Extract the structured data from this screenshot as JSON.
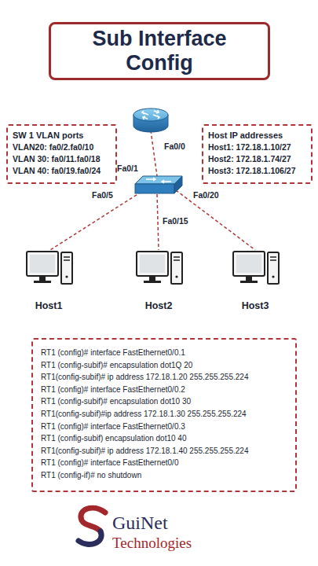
{
  "diagram": {
    "title": "Sub Interface Config",
    "nodes": [
      {
        "text": [
          "SW 1 VLAN ports",
          "VLAN20: fa0/2.fa0/10",
          "VLAN 30: fa0/11.fa0/18",
          "VLAN 40: fa0/19.fa0/24"
        ]
      },
      {
        "text": [
          "Host IP addresses",
          "Host1: 172.18.1.10/27",
          "Host2: 172.18.1.74/27",
          "Host3: 172.18.1.106/27"
        ]
      },
      {
        "text": [
          "Host1"
        ]
      },
      {
        "text": [
          "Host2"
        ]
      },
      {
        "text": [
          "Host3"
        ]
      },
      {
        "text": [
          "RT1 (config)# interface FastEthernet0/0.1",
          "RT1 (config-subif)# encapsulation dot1Q 20",
          "RT1(config-subif)# ip address 172.18.1.20 255.255.255.224",
          "RT1 (config)# interface FastEthernet0/0.2",
          "RT1 (config-subif)# encapsulation dot10 30",
          "RT1(config-subif)#ip address 172.18.1.30 255.255.255.224",
          "RT1 (config)# interface FastEthernet0/0.3",
          "RT1 (config-subif) encapsulation dot10 40",
          "RT1(config-subif)# ip address 172.18.1.40 255.255.255.224",
          "RT1 (config)# interface FastEthernet0/0",
          "RT1 (config-if)# no shutdown"
        ]
      }
    ],
    "labels": [
      "Fa0/0",
      "Fa0/1",
      "Fa0/5",
      "Fa0/15",
      "Fa0/20",
      "GuiNet",
      "Technologies"
    ]
  }
}
